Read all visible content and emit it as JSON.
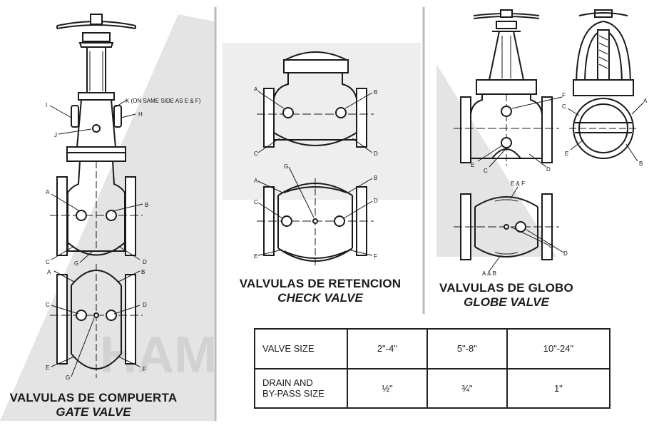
{
  "gate_valve": {
    "title_es": "VALVULAS DE COMPUERTA",
    "title_en": "GATE VALVE",
    "note_k": "K (ON SAME SIDE AS E & F)",
    "labels": {
      "a": "A",
      "b": "B",
      "c": "C",
      "d": "D",
      "e": "E",
      "f": "F",
      "g": "G",
      "h": "H",
      "i": "I",
      "j": "J"
    }
  },
  "check_valve": {
    "title_es": "VALVULAS DE RETENCION",
    "title_en": "CHECK VALVE",
    "labels": {
      "a": "A",
      "b": "B",
      "c": "C",
      "d": "D",
      "e": "E",
      "f": "F",
      "g": "G"
    }
  },
  "globe_valve": {
    "title_es": "VALVULAS DE GLOBO",
    "title_en": "GLOBE VALVE",
    "labels": {
      "a": "A",
      "b": "B",
      "c": "C",
      "d": "D",
      "e": "E",
      "f": "F",
      "e_and_f": "E & F",
      "a_and_b": "A & B"
    }
  },
  "size_table": {
    "row1_header": "VALVE SIZE",
    "row1_values": [
      "2\"-4\"",
      "5\"-8\"",
      "10\"-24\""
    ],
    "row2_header_line1": "DRAIN AND",
    "row2_header_line2": "BY-PASS SIZE",
    "row2_values": [
      "½\"",
      "¾\"",
      "1\""
    ]
  },
  "watermark": "HAM",
  "colors": {
    "line": "#1a1a1a",
    "watermark": "#d9d9d9",
    "paper": "#ffffff"
  }
}
